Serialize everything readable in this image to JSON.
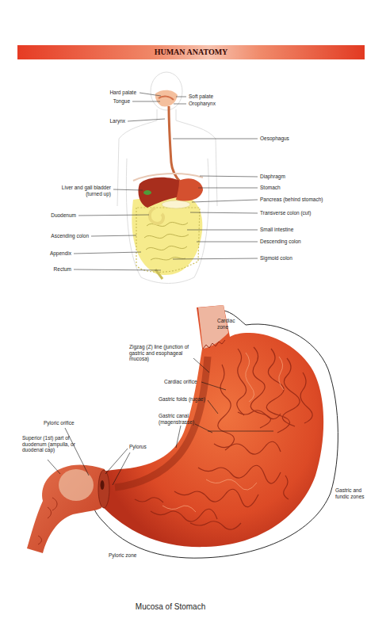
{
  "diagram": {
    "title": "HUMAN ANATOMY",
    "caption": "Mucosa of Stomach",
    "labels": [
      "Hard palate",
      "Soft palate",
      "Tongue",
      "Oropharynx",
      "Larynx",
      "Oesophagus",
      "Diaphragm",
      "Liver and gall bladder (turned up)",
      "Stomach",
      "Pancreas (behind stomach)",
      "Duodenum",
      "Transverse colon (cut)",
      "Ascending colon",
      "Small intestine",
      "Descending colon",
      "Appendix",
      "Sigmoid colon",
      "Rectum",
      "Cardiac zone",
      "Zigzag (Z) line (junction of gastric and esophageal mucosa)",
      "Cardiac orifice",
      "Gastric folds (rugae)",
      "Gastric canal (magenstrasse)",
      "Pyloric orifice",
      "Superior (1st) part of duodenum (ampulla, or duodenal cap)",
      "Pylorus",
      "Gastric and fundic zones",
      "Pyloric zone"
    ]
  }
}
